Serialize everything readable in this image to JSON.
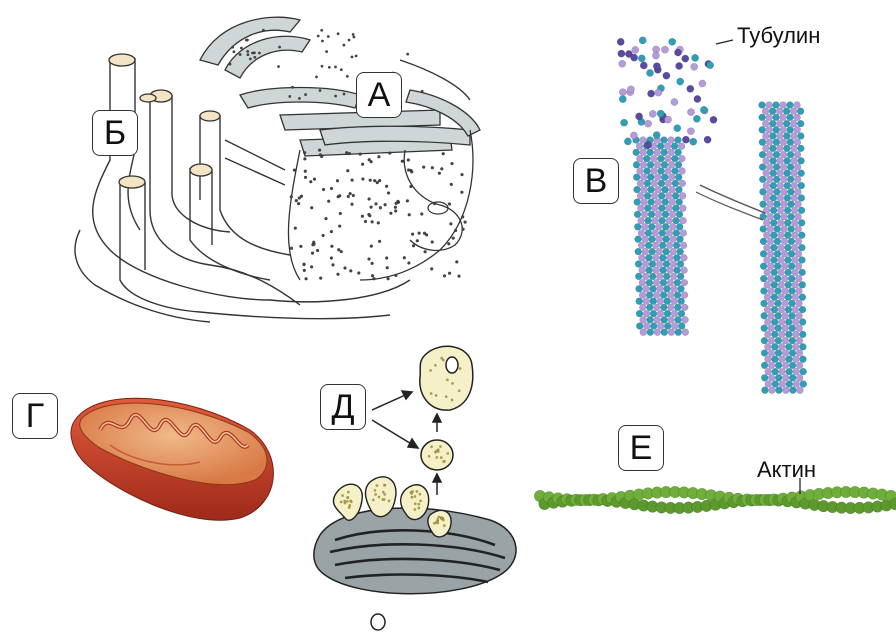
{
  "labels": {
    "a": "А",
    "b": "Б",
    "v": "В",
    "g": "Г",
    "d": "Д",
    "e": "Е"
  },
  "annotations": {
    "tubulin": "Тубулин",
    "actin": "Актин"
  },
  "colors": {
    "er_rough_fill": "#cfd6d8",
    "golgi_fill": "#9aa3a6",
    "vesicle_fill": "#f5f0c8",
    "tubulin_teal": "#2f9fb8",
    "tubulin_lilac": "#b59bd9",
    "tubulin_dark": "#5b4ba0",
    "actin_green": "#6fae3a",
    "mito_red": "#c8432a",
    "mito_orange": "#e8a766"
  }
}
